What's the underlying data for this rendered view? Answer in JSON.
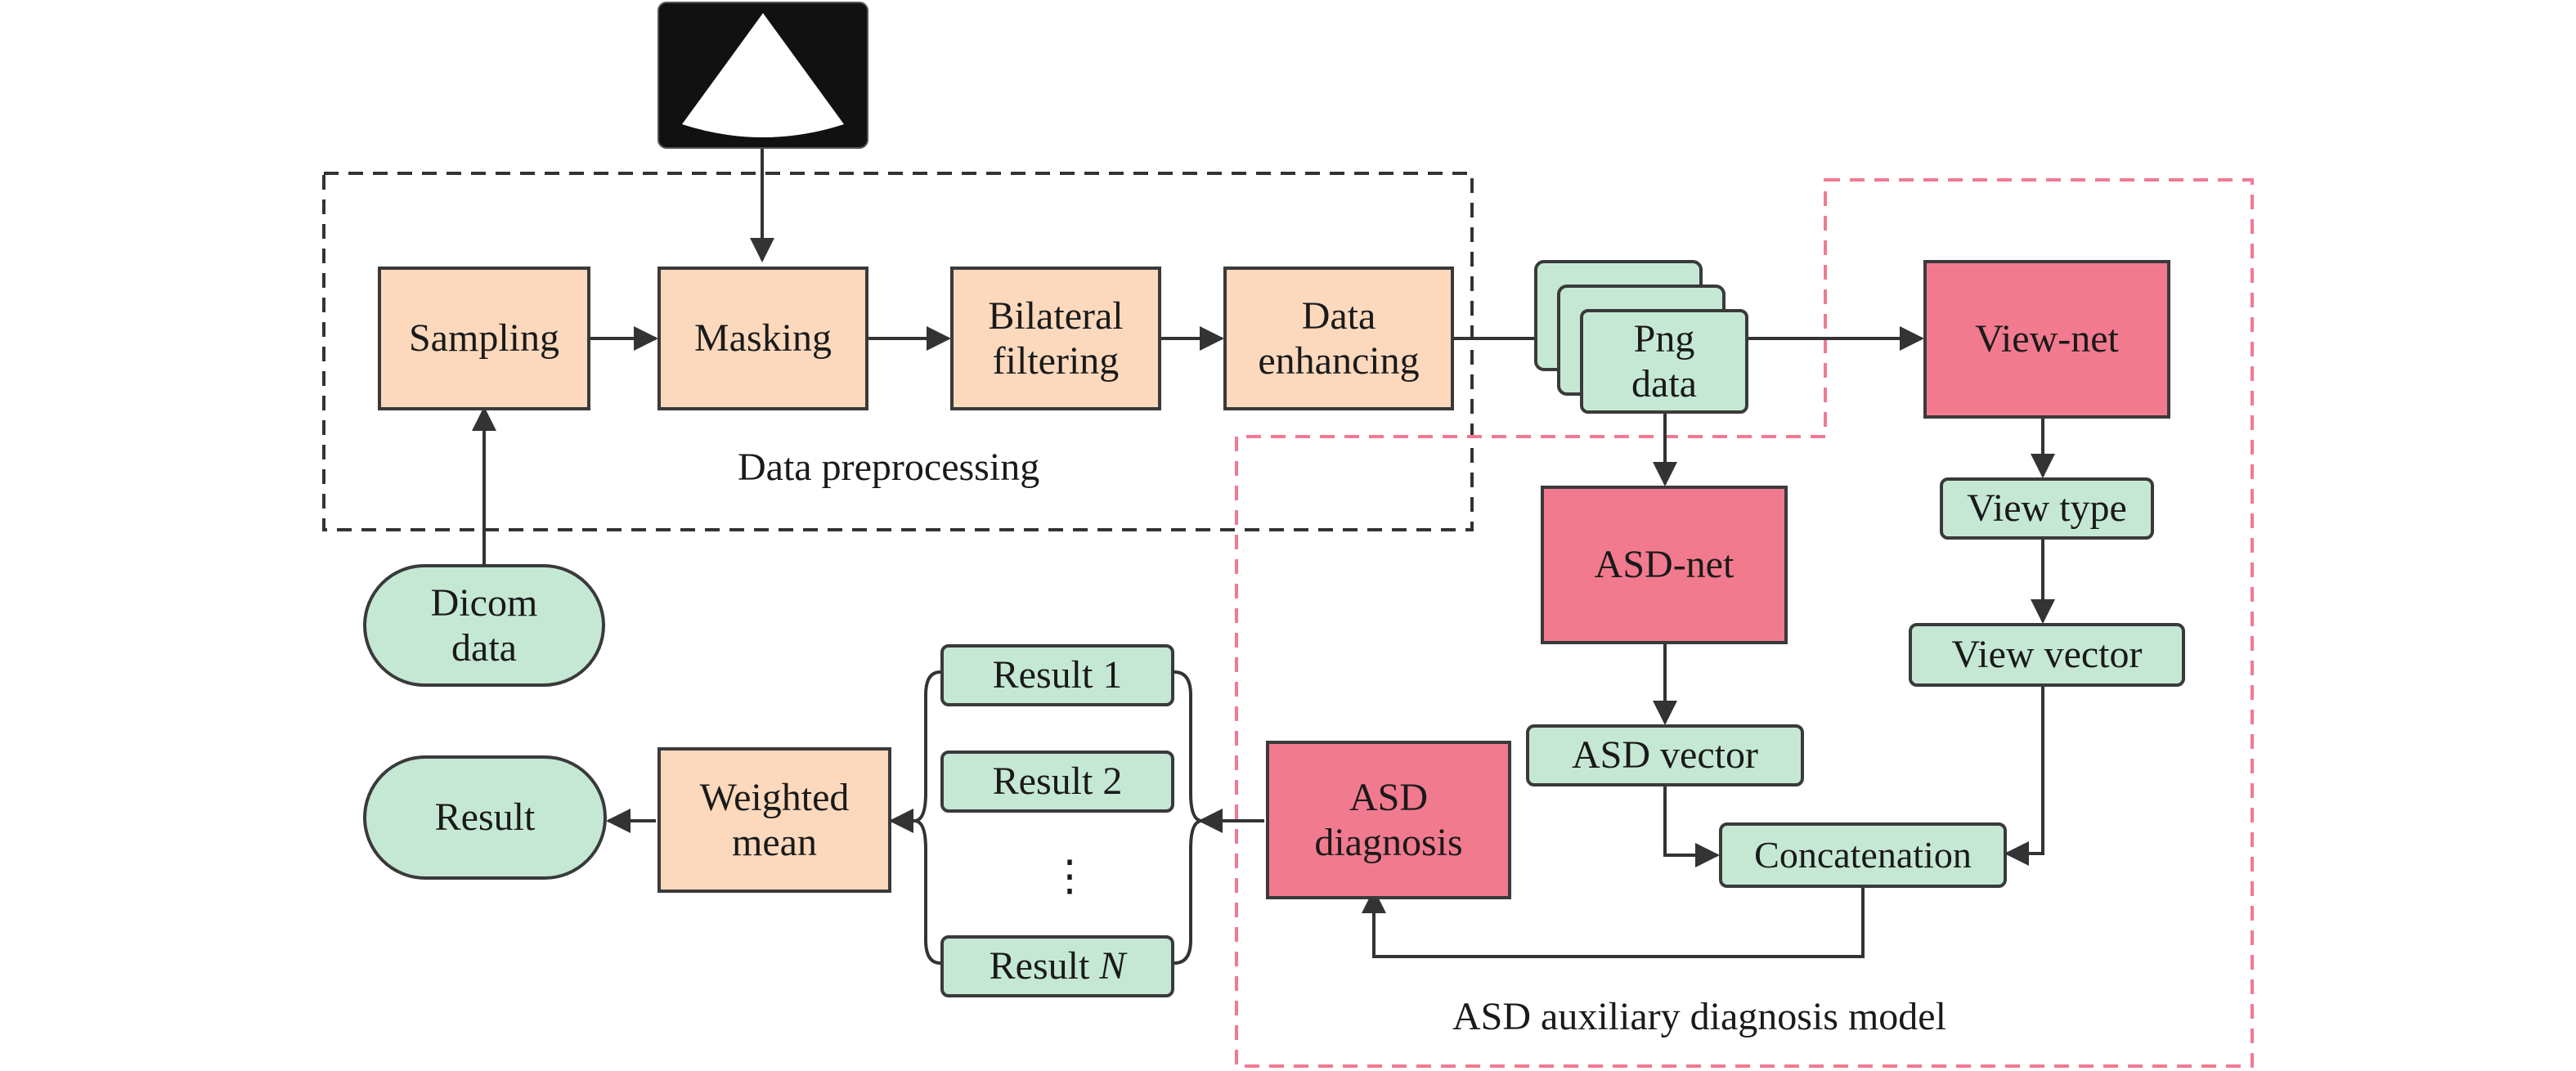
{
  "preprocessing": {
    "label": "Data preprocessing",
    "sampling": "Sampling",
    "masking": "Masking",
    "bilateral": "Bilateral\nfiltering",
    "enhancing": "Data\nenhancing"
  },
  "inputs": {
    "dicom": "Dicom\ndata",
    "png": "Png\ndata"
  },
  "model": {
    "label": "ASD auxiliary diagnosis model",
    "view_net": "View-net",
    "view_type": "View type",
    "view_vector": "View vector",
    "asd_net": "ASD-net",
    "asd_vector": "ASD vector",
    "concatenation": "Concatenation",
    "asd_diagnosis": "ASD\ndiagnosis"
  },
  "results": {
    "r1": "Result 1",
    "r2": "Result 2",
    "ellipsis": "⋮",
    "rn_prefix": "Result ",
    "rn_var": "N",
    "weighted": "Weighted\nmean",
    "final": "Result"
  },
  "colors": {
    "orange": "#fcd9bd",
    "red": "#f27a8f",
    "green": "#c5e8d4",
    "dashed_dark": "#333333",
    "dashed_pink": "#f07a93"
  },
  "icons": {
    "mask": "ultrasound-sector-mask-icon"
  }
}
